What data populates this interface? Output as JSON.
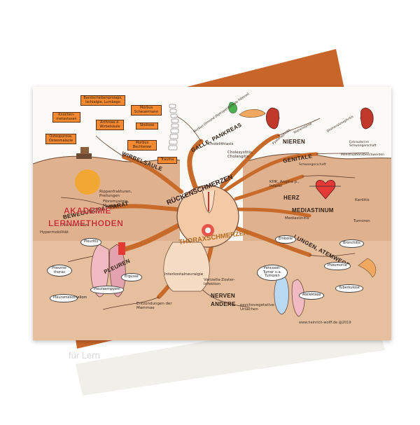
{
  "center": {
    "top": "RÜCKENSCHMERZEN",
    "bottom": "THORAXSCHMERZEN"
  },
  "branches": {
    "galle": "GALLE, PANKREAS",
    "nieren": "NIEREN",
    "genitale": "GENITALE",
    "herz": "HERZ",
    "mediastinum": "MEDIASTINUM",
    "lungen": "LUNGEN, ATEMWEGE",
    "nerven": "NERVEN",
    "andere": "ANDERE",
    "pleuren": "PLEUREN",
    "bewegung": "BEWEGUNGSAPPARAT",
    "wirbelsaeule": "WIRBELSÄULE"
  },
  "boxes": {
    "bandscheiben": "Bandscheibenprolaps, Ischialgie, Lumbago",
    "morbus_scheuermann": "Morbus Scheuermann",
    "knochen": "Knochen-metastasen",
    "arthrose": "Arthrose d. Wirbelsäule",
    "skoliose": "Skoliose",
    "osteoporose": "Osteoporose, Osteomalazie",
    "morbus_bechterew": "Morbus Bechterew",
    "trauma": "Trauma"
  },
  "bubbles": {
    "pleuritis": "Pleuritis",
    "pneumothorax": "Pneumo-thorax",
    "ergusse": "Ergüsse",
    "pleuraempyem": "Pleuraempyem",
    "pleuramesotheliom": "Pleuramesotheliom",
    "embolie": "Embolie",
    "bronchitis": "Bronchitis",
    "pneumonie": "Pneumonie",
    "pancoast": "Pancoast-Tumor u.a. Tumoren",
    "atelektase": "Atelektase",
    "tuberkulose": "Tuberkulose"
  },
  "labels": {
    "mb_ormond": "Morbus Ormond (Retroperitoneale Fibrose)",
    "cholelithiasis": "Cholelithiasis",
    "cholezystitis": "Cholezystitis, Cholangitis",
    "pyelonephritis": "Pyelonephritis",
    "nierensteine": "Nierensteine",
    "glomerulonephritis": "Glomerulonephritis",
    "extrauterine": "Extrauterine Schwangerschaft",
    "menstruation": "Menstruationsbeschwerden",
    "schwangerschaft": "Schwangerschaft",
    "khk": "KHK, Angina p., Infarkt",
    "karditis": "Karditis",
    "mediastinitis": "Mediastinitis",
    "tumoren": "Tumoren",
    "rippenfrakturen": "Rippenfrakturen, Prellungen",
    "fibromyalgie": "Fibromyalgie, Myalgie",
    "morbus_tietze": "Morbus Tietze",
    "hypermobilitaet": "Hypermobilität",
    "interkostal": "Interkostalneuralgie",
    "varizella": "Varizella-Zoster-Infektion",
    "entzuendungen": "Entzündungen der Mammae",
    "psychovegetative": "psychovegetative Ursachen"
  },
  "logo": {
    "line1": "AKADEMIE",
    "line2": "LERNMETHODEN"
  },
  "footer": "www.heinrich-wolff.de @2019",
  "back_text": "für Lern",
  "colors": {
    "branch": "#c76a2a",
    "land": "#e0b18e",
    "box": "#f58a32",
    "back_card": "#c8662a"
  }
}
